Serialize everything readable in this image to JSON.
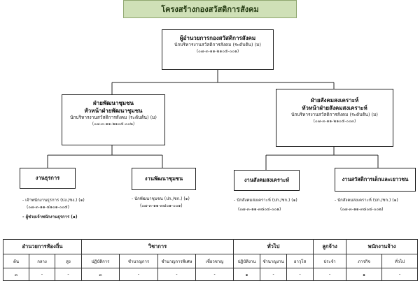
{
  "title": "โครงสร้างกองสวัสดิการสังคม",
  "top": {
    "line1": "ผู้อำนวยการกองสวัสดิการสังคม",
    "line2": "นักบริหารงานสวัสดิการสังคม (ระดับต้น) (ม)",
    "line3": "(๐๗-๓-๑๑-๒๑๐๕-๐๐๑)"
  },
  "left_div": {
    "line1": "ฝ่ายพัฒนาชุมชน",
    "line2": "หัวหน้าฝ่ายพัฒนาชุมชน",
    "line3": "นักบริหารงานสวัสดิการสังคม (ระดับต้น) (ม)",
    "line4": "(๐๗-๓-๑๑-๒๑๐๕-๐๐๒)"
  },
  "right_div": {
    "line1": "ฝ่ายสังคมสงเคราะห์",
    "line2": "หัวหน้าฝ่ายสังคมสงเคราะห์",
    "line3": "นักบริหารงานสวัสดิการสังคม (ระดับต้น) (ม)",
    "line4": "(๐๗-๓-๑๑-๒๑๐๕-๐๐๓)"
  },
  "sections": [
    {
      "label": "งานธุรการ",
      "items": [
        {
          "text": "- เจ้าพนักงานธุรการ (ปง./ชง.) (๑)",
          "code": "(๐๗-๓-๑๑-๔๑๐๑-๐๐๕)"
        },
        {
          "text": "- ผู้ช่วยเจ้าพนักงานธุรการ (๑)",
          "code": ""
        }
      ]
    },
    {
      "label": "งานพัฒนาชุมชน",
      "items": [
        {
          "text": "- นักพัฒนาชุมชน (ปก./ชก.) (๑)",
          "code": "(๐๗-๓-๑๑-๓๘๐๑-๐๐๑)"
        }
      ]
    },
    {
      "label": "งานสังคมสงเคราะห์",
      "items": [
        {
          "text": "- นักสังคมสงเคราะห์ (ปก./ชก.) (๑)",
          "code": "(๐๗-๓-๑๑-๓๘๐๔-๐๐๑)"
        }
      ]
    },
    {
      "label": "งานสวัสดิการเด็กและเยาวชน",
      "items": [
        {
          "text": "- นักสังคมสงเคราะห์ (ปก./ชก.) (๑)",
          "code": "(๐๗-๓-๑๑-๓๘๐๔-๐๐๒)"
        }
      ]
    }
  ],
  "table": {
    "groups": [
      "อำนวยการท้องถิ่น",
      "วิชาการ",
      "ทั่วไป",
      "ลูกจ้าง",
      "พนักงานจ้าง"
    ],
    "subheads": [
      "ต้น",
      "กลาง",
      "สูง",
      "ปฏิบัติการ",
      "ชำนาญการ",
      "ชำนาญการพิเศษ",
      "เชี่ยวชาญ",
      "ปฏิบัติงาน",
      "ชำนาญงาน",
      "อาวุโส",
      "ประจำ",
      "ภารกิจ",
      "ทั่วไป"
    ],
    "values": [
      "๓",
      "-",
      "-",
      "๓",
      "-",
      "-",
      "-",
      "๑",
      "-",
      "-",
      "-",
      "๑",
      "-"
    ]
  }
}
